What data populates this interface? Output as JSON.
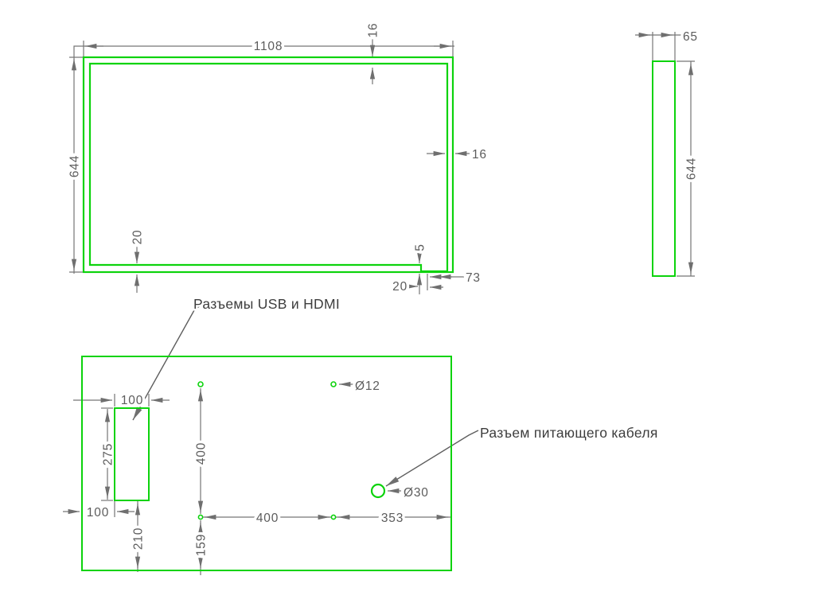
{
  "labels": {
    "usb_hdmi_connectors": "Разъемы USB и HDMI",
    "power_cable_connector": "Разъем питающего кабеля"
  },
  "front_view": {
    "overall_width": "1108",
    "overall_height": "644",
    "top_bezel": "16",
    "side_bezel": "16",
    "bottom_bezel": "20",
    "notch_depth": "5",
    "notch_offset": "20",
    "notch_width": "73"
  },
  "side_view": {
    "depth": "65",
    "height": "644"
  },
  "back_view": {
    "connector_cutout_width": "100",
    "connector_cutout_height": "275",
    "connector_left_offset": "100",
    "connector_bottom_offset": "210",
    "hole_vertical_spacing": "400",
    "hole_bottom_offset": "159",
    "hole_horizontal_spacing": "400",
    "hole_right_offset": "353",
    "mount_hole_diameter": "Ø12",
    "power_hole_diameter": "Ø30"
  },
  "colors": {
    "outline_green": "#0cd30c",
    "dimension_gray": "#767676",
    "label_gray": "#3d3d3d"
  }
}
